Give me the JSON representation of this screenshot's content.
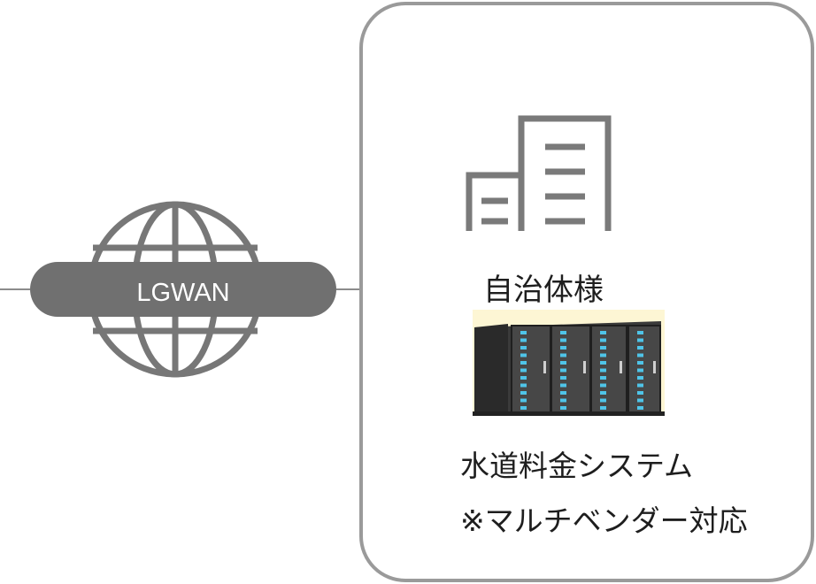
{
  "network": {
    "label": "LGWAN",
    "icon": "globe-icon",
    "pill_color": "#707070",
    "line_color": "#8c8c8c"
  },
  "site": {
    "icon": "building-icon",
    "organization_label": "自治体様",
    "server_icon": "server-rack-icon",
    "system_label": "水道料金システム",
    "vendor_note": "※マルチベンダー対応",
    "border_color": "#9a9a9a"
  }
}
